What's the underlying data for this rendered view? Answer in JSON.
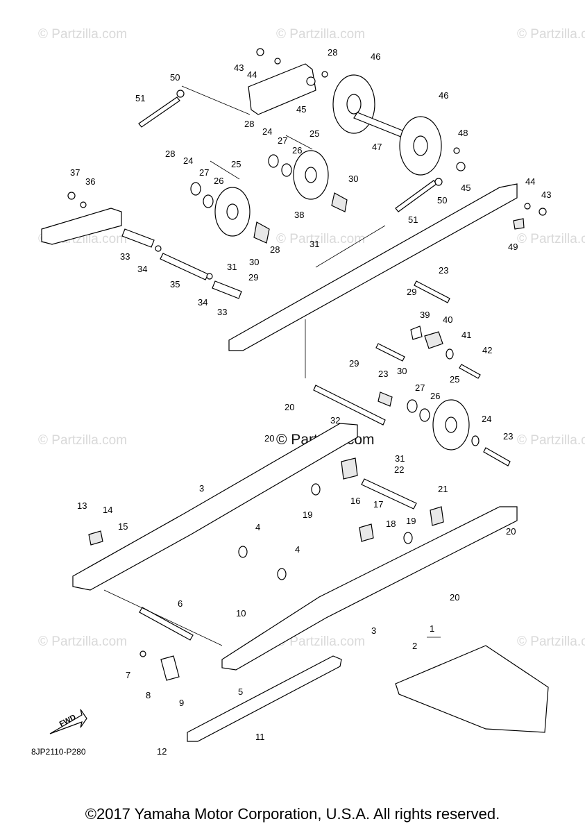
{
  "diagram": {
    "callouts": [
      "1",
      "2",
      "3",
      "3",
      "4",
      "4",
      "5",
      "6",
      "7",
      "8",
      "9",
      "10",
      "11",
      "12",
      "13",
      "14",
      "15",
      "16",
      "17",
      "18",
      "19",
      "19",
      "20",
      "20",
      "20",
      "20",
      "21",
      "22",
      "23",
      "23",
      "23",
      "24",
      "24",
      "24",
      "25",
      "25",
      "25",
      "26",
      "26",
      "26",
      "27",
      "27",
      "27",
      "28",
      "28",
      "28",
      "28",
      "29",
      "29",
      "29",
      "30",
      "30",
      "30",
      "31",
      "31",
      "31",
      "32",
      "33",
      "33",
      "34",
      "34",
      "35",
      "36",
      "37",
      "38",
      "39",
      "40",
      "41",
      "42",
      "43",
      "43",
      "44",
      "44",
      "45",
      "45",
      "46",
      "46",
      "47",
      "48",
      "49",
      "50",
      "50",
      "51",
      "51"
    ],
    "watermark": "© Partzilla.com",
    "diagram_code": "8JP2110-P280",
    "fwd_label": "FWD"
  },
  "copyright": "©2017 Yamaha Motor Corporation, U.S.A. All rights reserved."
}
